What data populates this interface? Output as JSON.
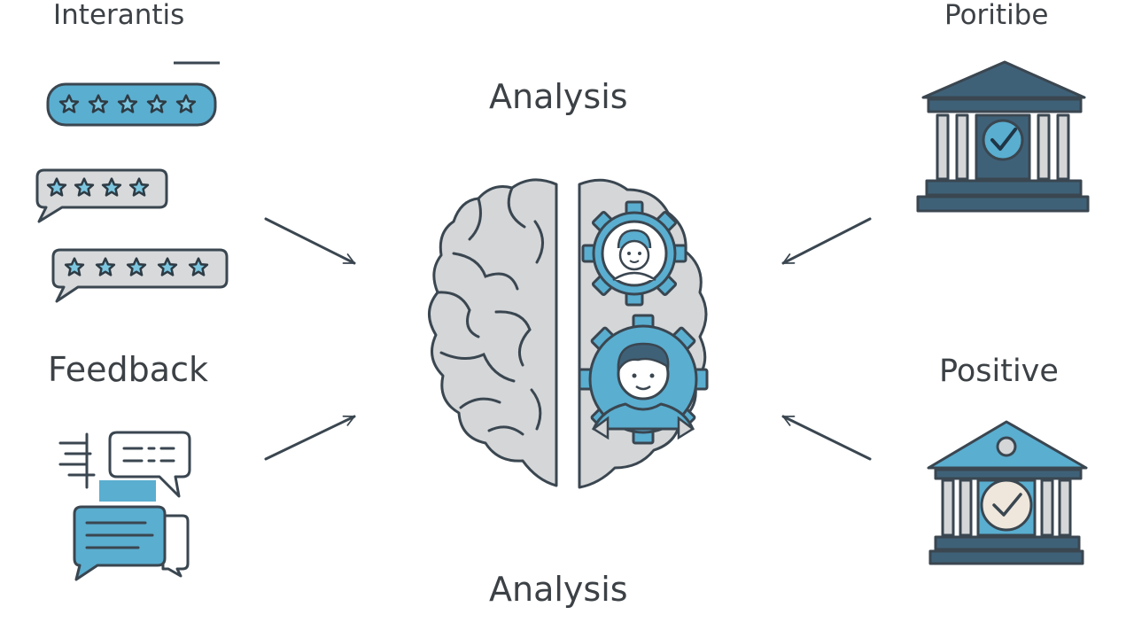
{
  "labels": {
    "top_left": "Interantis",
    "top_right": "Poritibe",
    "analysis_top": "Analysis",
    "analysis_bottom": "Analysis",
    "feedback": "Feedback",
    "positive": "Positive"
  },
  "ratings": [
    {
      "stars": 5
    },
    {
      "stars": 4
    },
    {
      "stars": 5
    }
  ],
  "icons": {
    "brain": "brain-icon",
    "gear_top": "gear-face-icon",
    "gear_bottom": "gear-person-icon",
    "bank_top": "bank-check-icon",
    "bank_bottom": "bank-check-icon",
    "chat": "chat-bubbles-icon"
  },
  "colors": {
    "accent": "#5aaed0",
    "dark": "#3f6178",
    "outline": "#3a4650",
    "brain_gray": "#d4d6d8"
  }
}
